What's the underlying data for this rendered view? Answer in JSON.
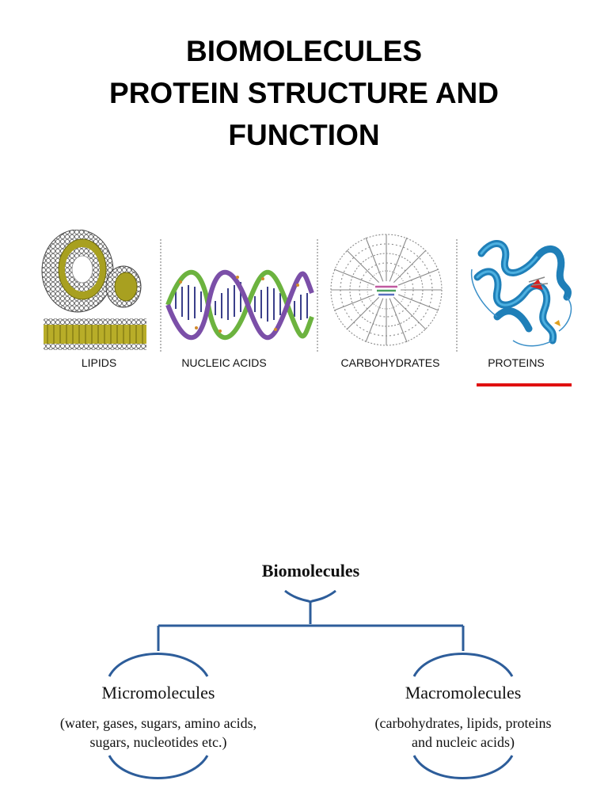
{
  "title": {
    "line1": "BIOMOLECULES",
    "line2": "PROTEIN STRUCTURE AND",
    "line3": "FUNCTION"
  },
  "categories": [
    {
      "label": "LIPIDS",
      "icon": "lipid-micelle-liposome-bilayer"
    },
    {
      "label": "NUCLEIC ACIDS",
      "icon": "dna-double-helix"
    },
    {
      "label": "CARBOHYDRATES",
      "icon": "branched-glycogen"
    },
    {
      "label": "PROTEINS",
      "icon": "protein-ribbon"
    }
  ],
  "highlight": {
    "selected": "PROTEINS",
    "color": "#e01010"
  },
  "diagram": {
    "root": "Biomolecules",
    "left": {
      "name": "Micromolecules",
      "desc_line1": "(water, gases, sugars, amino acids,",
      "desc_line2": "sugars, nucleotides etc.)"
    },
    "right": {
      "name": "Macromolecules",
      "desc_line1": "(carbohydrates, lipids, proteins",
      "desc_line2": "and nucleic acids)"
    },
    "line_color": "#2d5d9a"
  }
}
